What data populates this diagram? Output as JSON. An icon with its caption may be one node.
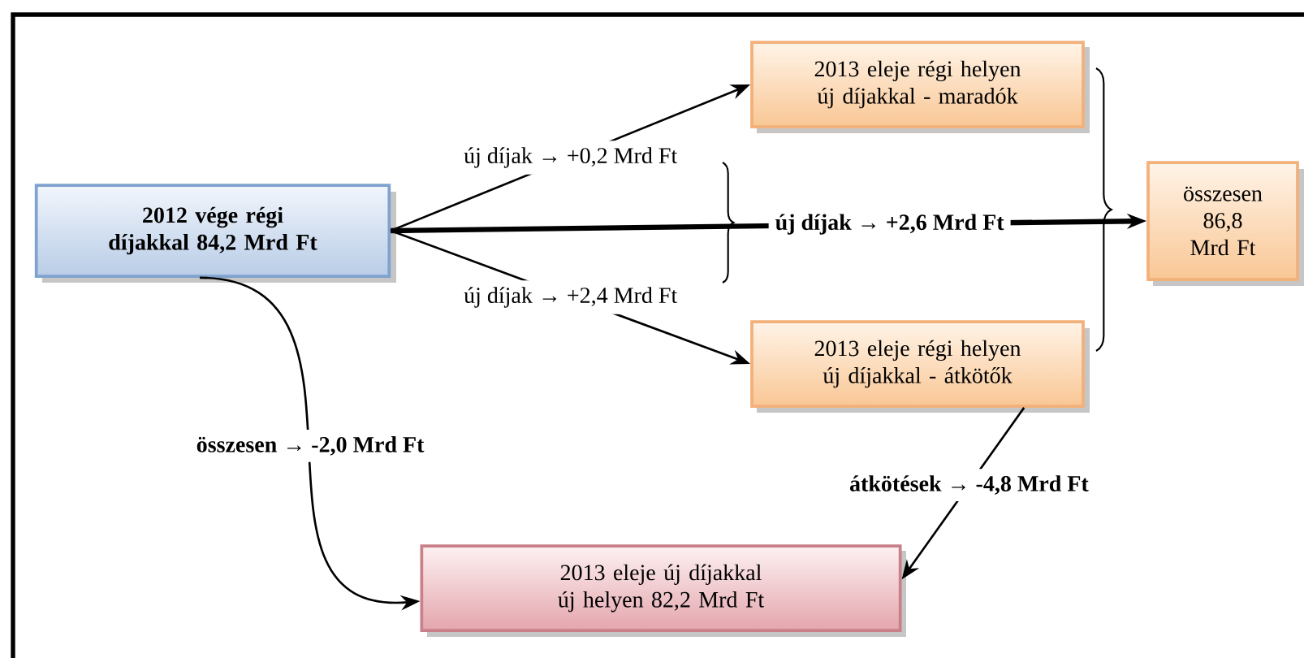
{
  "diagram": {
    "nodes": [
      {
        "text": [
          "2012 vége régi díjakkal 84,2 Mrd Ft"
        ]
      },
      {
        "text": [
          "2013 eleje régi helyen új díjakkal - maradók"
        ]
      },
      {
        "text": [
          "2013 eleje régi helyen új díjakkal - átkötők"
        ]
      },
      {
        "text": [
          "összesen 86,8 Mrd Ft"
        ]
      },
      {
        "text": [
          "2013 eleje új díjakkal új helyen 82,2 Mrd Ft"
        ]
      }
    ],
    "edges": [
      {
        "from": 0,
        "to": 1,
        "arrow": "to",
        "label": "új díjak → +0,2 Mrd Ft"
      },
      {
        "from": 0,
        "to": 2,
        "arrow": "to",
        "label": "új díjak → +2,4 Mrd Ft"
      },
      {
        "from": 0,
        "to": 3,
        "arrow": "to",
        "label": "új díjak → +2,6 Mrd Ft",
        "style": "thick"
      },
      {
        "from": 0,
        "to": 4,
        "arrow": "to",
        "label": "összesen → -2,0 Mrd Ft"
      },
      {
        "from": 2,
        "to": 4,
        "arrow": "to",
        "label": "átkötések → -4,8 Mrd Ft"
      }
    ]
  }
}
